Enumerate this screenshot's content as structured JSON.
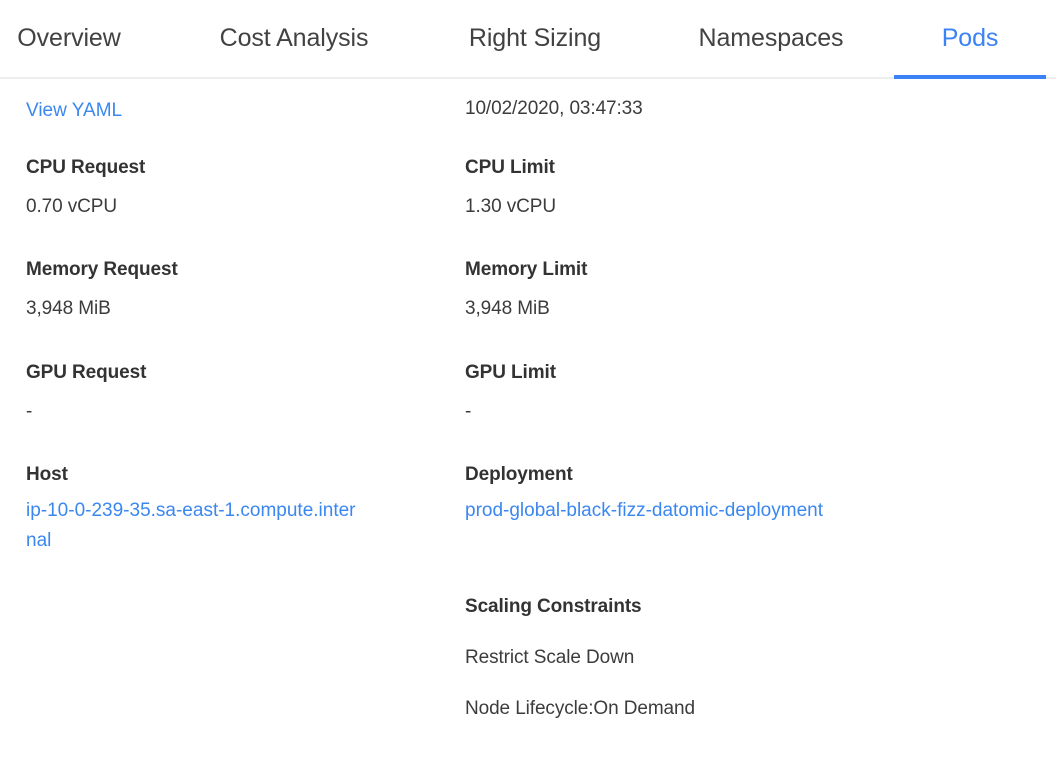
{
  "tabs": [
    {
      "id": "overview",
      "label": "Overview",
      "active": false
    },
    {
      "id": "cost",
      "label": "Cost Analysis",
      "active": false
    },
    {
      "id": "rightsizing",
      "label": "Right Sizing",
      "active": false
    },
    {
      "id": "namespaces",
      "label": "Namespaces",
      "active": false
    },
    {
      "id": "pods",
      "label": "Pods",
      "active": true
    }
  ],
  "colors": {
    "accent": "#3b82f6",
    "link": "#3b87f0",
    "tab_inactive": "#424242",
    "label": "#333333",
    "value": "#3c3c3c",
    "divider": "#eeeeee",
    "background": "#ffffff"
  },
  "detail": {
    "left_column": {
      "view_yaml_link": "View YAML",
      "cpu_request_label": "CPU Request",
      "cpu_request_value": "0.70 vCPU",
      "memory_request_label": "Memory Request",
      "memory_request_value": "3,948 MiB",
      "gpu_request_label": "GPU Request",
      "gpu_request_value": "-",
      "host_label": "Host",
      "host_value": "ip-10-0-239-35.sa-east-1.compute.internal"
    },
    "right_column": {
      "timestamp": "10/02/2020, 03:47:33",
      "cpu_limit_label": "CPU Limit",
      "cpu_limit_value": "1.30 vCPU",
      "memory_limit_label": "Memory Limit",
      "memory_limit_value": "3,948 MiB",
      "gpu_limit_label": "GPU Limit",
      "gpu_limit_value": "-",
      "deployment_label": "Deployment",
      "deployment_value": "prod-global-black-fizz-datomic-deployment",
      "scaling_constraints_label": "Scaling Constraints",
      "scaling_constraint_1": "Restrict Scale Down",
      "scaling_constraint_2": "Node Lifecycle:On Demand"
    }
  }
}
